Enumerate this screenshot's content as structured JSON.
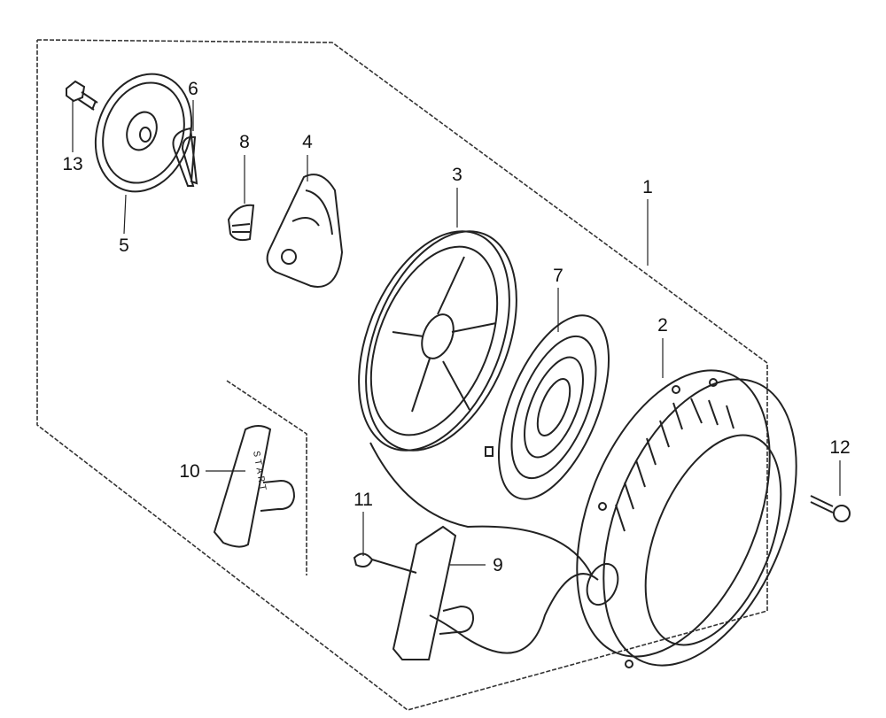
{
  "title": "Recoil starter exploded parts diagram",
  "callouts": [
    {
      "id": "1",
      "label": "1"
    },
    {
      "id": "2",
      "label": "2"
    },
    {
      "id": "3",
      "label": "3"
    },
    {
      "id": "4",
      "label": "4"
    },
    {
      "id": "5",
      "label": "5"
    },
    {
      "id": "6",
      "label": "6"
    },
    {
      "id": "7",
      "label": "7"
    },
    {
      "id": "8",
      "label": "8"
    },
    {
      "id": "9",
      "label": "9"
    },
    {
      "id": "10",
      "label": "10"
    },
    {
      "id": "11",
      "label": "11"
    },
    {
      "id": "12",
      "label": "12"
    },
    {
      "id": "13",
      "label": "13"
    }
  ],
  "handle_text": "START"
}
